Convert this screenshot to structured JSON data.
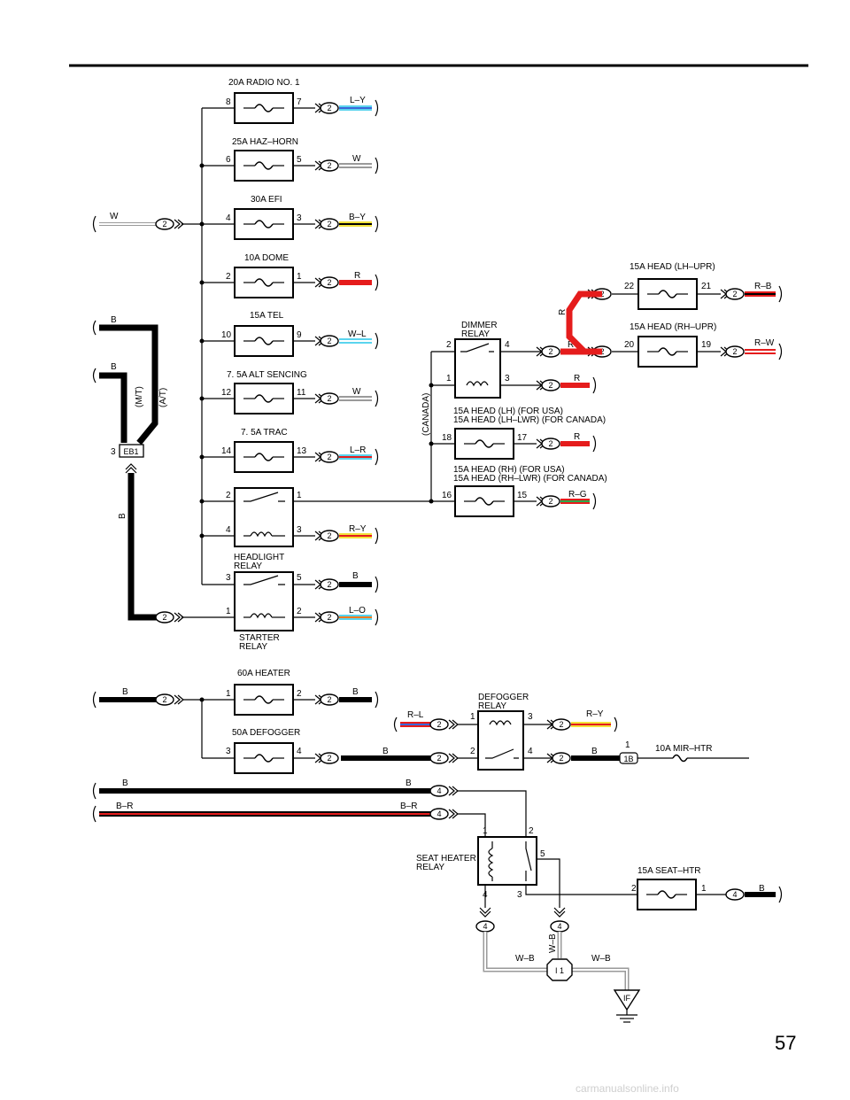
{
  "page_number": "57",
  "watermark": "carmanualsonline.info",
  "fuses": {
    "radio": {
      "label": "20A RADIO NO. 1",
      "in": "8",
      "out": "7",
      "wire": "L–Y"
    },
    "haz": {
      "label": "25A HAZ–HORN",
      "in": "6",
      "out": "5",
      "wire": "W"
    },
    "efi": {
      "label": "30A EFI",
      "in": "4",
      "out": "3",
      "wire": "B–Y"
    },
    "dome": {
      "label": "10A DOME",
      "in": "2",
      "out": "1",
      "wire": "R"
    },
    "tel": {
      "label": "15A TEL",
      "in": "10",
      "out": "9",
      "wire": "W–L"
    },
    "alt": {
      "label": "7. 5A ALT SENCING",
      "in": "12",
      "out": "11",
      "wire": "W"
    },
    "trac": {
      "label": "7. 5A TRAC",
      "in": "14",
      "out": "13",
      "wire": "L–R"
    },
    "heater": {
      "label": "60A HEATER",
      "in": "1",
      "out": "2",
      "wire": "B"
    },
    "defogger": {
      "label": "50A DEFOGGER",
      "in": "3",
      "out": "4",
      "wire": "B"
    },
    "head_lh_upr": {
      "label": "15A HEAD (LH–UPR)",
      "in": "22",
      "out": "21",
      "wire": "R–B"
    },
    "head_rh_upr": {
      "label": "15A HEAD (RH–UPR)",
      "in": "20",
      "out": "19",
      "wire": "R–W"
    },
    "head_lh": {
      "label1": "15A HEAD (LH) (FOR USA)",
      "label2": "15A HEAD (LH–LWR) (FOR CANADA)",
      "in": "18",
      "out": "17",
      "wire": "R"
    },
    "head_rh": {
      "label1": "15A HEAD (RH) (FOR USA)",
      "label2": "15A HEAD (RH–LWR) (FOR CANADA)",
      "in": "16",
      "out": "15",
      "wire": "R–G"
    },
    "seat_htr": {
      "label": "15A SEAT–HTR",
      "in": "2",
      "out": "1",
      "wire": "B"
    },
    "mir_htr": {
      "label": "10A MIR–HTR"
    }
  },
  "relays": {
    "headlight": {
      "label1": "HEADLIGHT",
      "label2": "RELAY",
      "p_sw_in": "2",
      "p_sw_out": "1",
      "p_coil_in": "4",
      "p_coil_out": "3",
      "wire": "R–Y"
    },
    "starter": {
      "label1": "STARTER",
      "label2": "RELAY",
      "p_sw_in": "3",
      "p_sw_out": "5",
      "p_coil_in": "1",
      "p_coil_out": "2",
      "wire_sw": "B",
      "wire_coil": "L–O"
    },
    "dimmer": {
      "label1": "DIMMER",
      "label2": "RELAY",
      "p2": "2",
      "p4": "4",
      "p1": "1",
      "p3": "3",
      "wire_r": "R"
    },
    "defogger": {
      "label1": "DEFOGGER",
      "label2": "RELAY",
      "p1": "1",
      "p3": "3",
      "p2": "2",
      "p4": "4",
      "wire_in": "R–L",
      "wire_out": "R–Y",
      "wire_b": "B"
    },
    "seat_heater": {
      "label1": "SEAT HEATER",
      "label2": "RELAY",
      "p1": "1",
      "p2": "2",
      "p5": "5",
      "p4": "4",
      "p3": "3"
    }
  },
  "wires": {
    "w_in": "W",
    "b_mt": "B",
    "b_at": "B",
    "mt": "(M/T)",
    "at": "(A/T)",
    "b_down": "B",
    "canada": "(CANADA)",
    "r_vert": "R",
    "b_heater_in": "B",
    "b_main": "B",
    "br_main": "B–R",
    "b_right": "B",
    "br_right": "B–R",
    "wb_left": "W–B",
    "wb_right": "W–B",
    "wb_vert": "W–B",
    "b_1b": "B"
  },
  "connectors": {
    "two": "2",
    "four": "4",
    "eb1_pin": "3",
    "eb1": "EB1",
    "onebee": "1B",
    "onebee_pin": "1",
    "i1": "I 1",
    "ground": "IF"
  },
  "colors": {
    "cyan": "#5ad4ee",
    "yellow": "#f2e23a",
    "red": "#e51c1c",
    "green": "#2fa84a",
    "orange": "#f07a1e",
    "blue": "#3a66d8",
    "gray": "#9a9a9a"
  }
}
